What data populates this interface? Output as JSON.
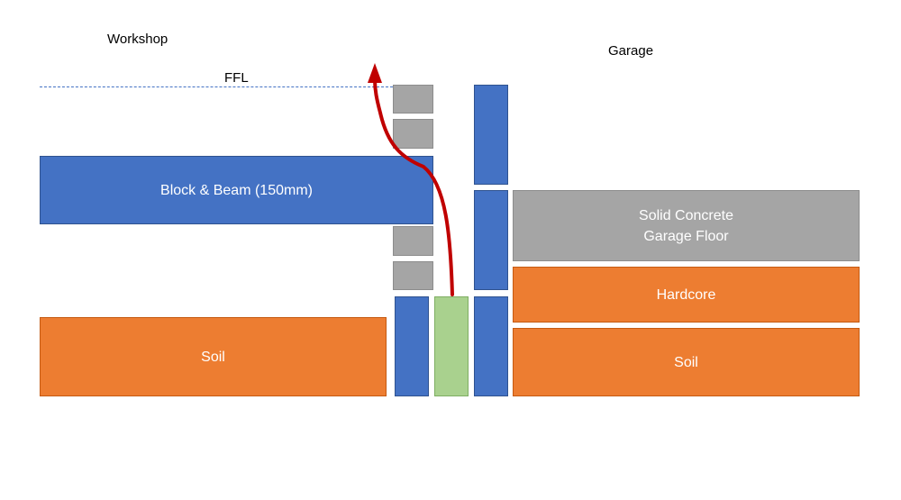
{
  "labels": {
    "workshop": "Workshop",
    "garage": "Garage",
    "ffl": "FFL"
  },
  "blocks": {
    "block_beam": "Block & Beam (150mm)",
    "solid_concrete_line1": "Solid Concrete",
    "solid_concrete_line2": "Garage Floor",
    "hardcore": "Hardcore",
    "soil_left": "Soil",
    "soil_right": "Soil"
  },
  "colors": {
    "blue": "#4472c4",
    "gray": "#a5a5a5",
    "orange": "#ed7d31",
    "green": "#a9d18e",
    "arrow": "#c00000"
  }
}
